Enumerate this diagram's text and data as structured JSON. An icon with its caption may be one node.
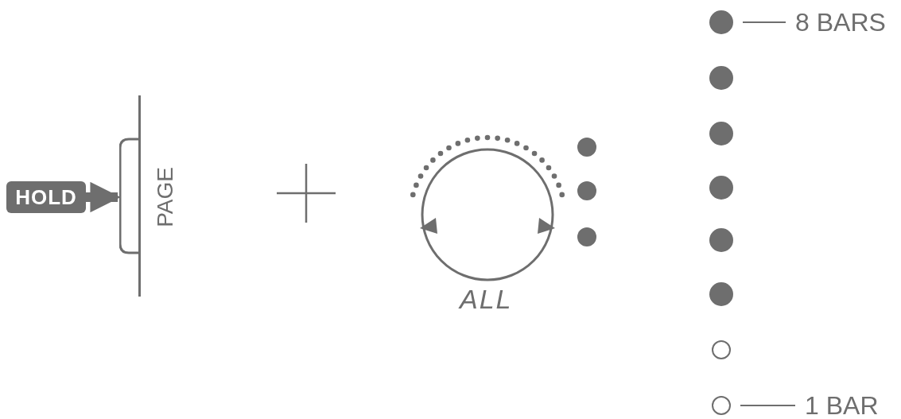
{
  "diagram": {
    "nodes": [
      {
        "text": [
          "HOLD"
        ]
      },
      {
        "text": [
          "PAGE"
        ]
      },
      {
        "text": [],
        "shape": "circle"
      },
      {
        "text": [],
        "shape": "circle"
      },
      {
        "text": [],
        "shape": "circle"
      },
      {
        "text": [],
        "shape": "circle"
      },
      {
        "text": [],
        "shape": "circle"
      },
      {
        "text": [],
        "shape": "circle"
      },
      {
        "text": [],
        "shape": "circle"
      },
      {
        "text": [],
        "shape": "circle"
      },
      {
        "text": [
          "8 BARS"
        ]
      },
      {
        "text": [
          "1 BAR"
        ]
      }
    ],
    "edges": [
      {
        "from": 0,
        "to": 1,
        "arrow": "to",
        "style": "thick"
      },
      {
        "from": 10,
        "to": 2,
        "arrow": "none"
      },
      {
        "from": 11,
        "to": 9,
        "arrow": "none"
      }
    ],
    "labels": [
      "ALL"
    ]
  }
}
